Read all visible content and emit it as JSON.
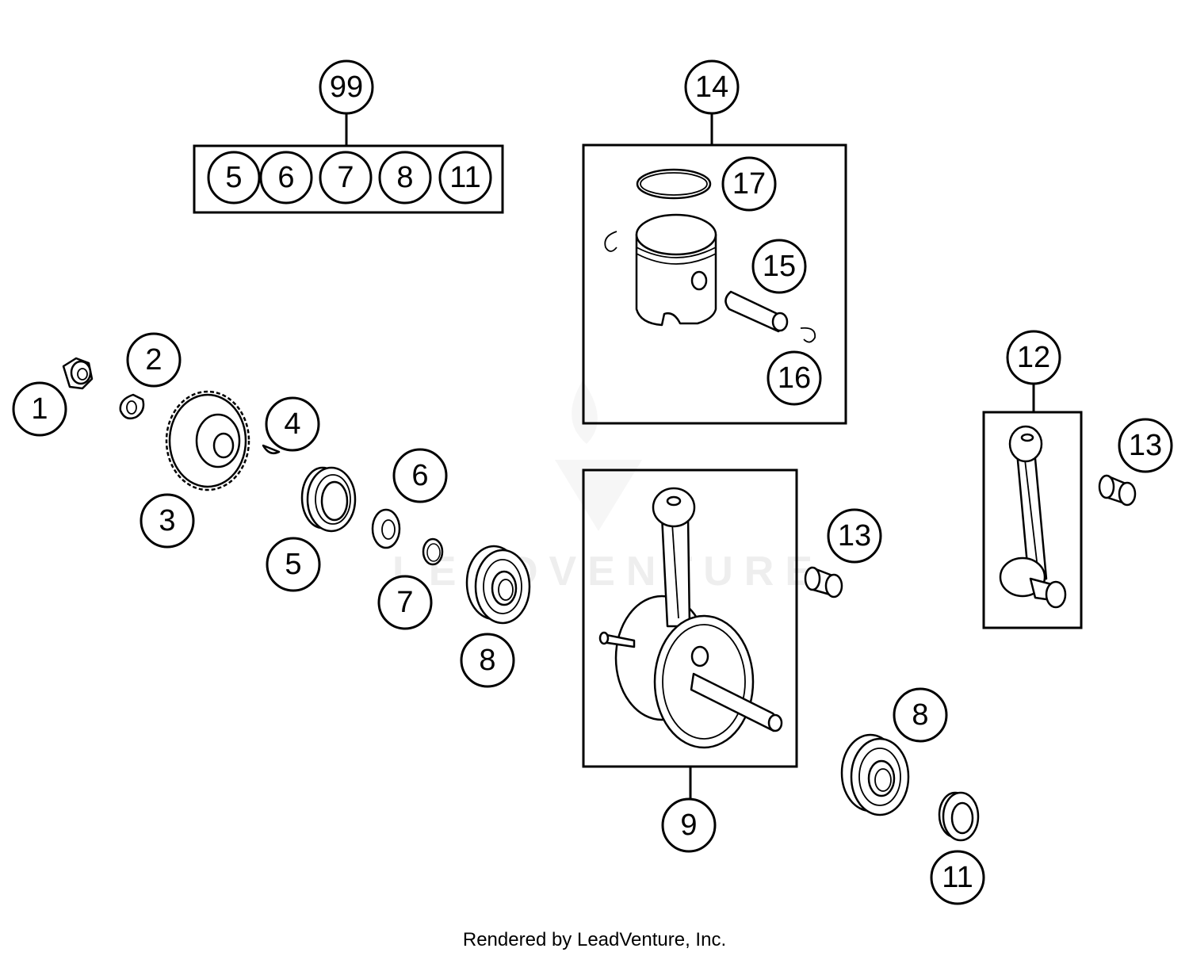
{
  "watermark": "LEADVENTURE",
  "footer": "Rendered by LeadVenture, Inc.",
  "kit": {
    "callout": "99",
    "items": [
      "5",
      "6",
      "7",
      "8",
      "11"
    ]
  },
  "callouts": {
    "c1": "1",
    "c2": "2",
    "c3": "3",
    "c4": "4",
    "c5": "5",
    "c6": "6",
    "c7": "7",
    "c8a": "8",
    "c8b": "8",
    "c9": "9",
    "c11": "11",
    "c12": "12",
    "c13a": "13",
    "c13b": "13",
    "c14": "14",
    "c15": "15",
    "c16": "16",
    "c17": "17"
  },
  "parts": [
    {
      "id": "1",
      "icon": "hex-nut-icon"
    },
    {
      "id": "2",
      "icon": "lock-washer-icon"
    },
    {
      "id": "3",
      "icon": "gear-icon"
    },
    {
      "id": "4",
      "icon": "woodruff-key-icon"
    },
    {
      "id": "5",
      "icon": "shaft-seal-icon"
    },
    {
      "id": "6",
      "icon": "washer-icon"
    },
    {
      "id": "7",
      "icon": "o-ring-icon"
    },
    {
      "id": "8",
      "icon": "ball-bearing-icon"
    },
    {
      "id": "9",
      "icon": "crankshaft-icon"
    },
    {
      "id": "11",
      "icon": "shaft-seal-icon"
    },
    {
      "id": "12",
      "icon": "connecting-rod-icon"
    },
    {
      "id": "13",
      "icon": "needle-bearing-icon"
    },
    {
      "id": "14",
      "icon": "piston-icon"
    },
    {
      "id": "15",
      "icon": "piston-pin-icon"
    },
    {
      "id": "16",
      "icon": "circlip-icon"
    },
    {
      "id": "17",
      "icon": "piston-ring-icon"
    }
  ]
}
